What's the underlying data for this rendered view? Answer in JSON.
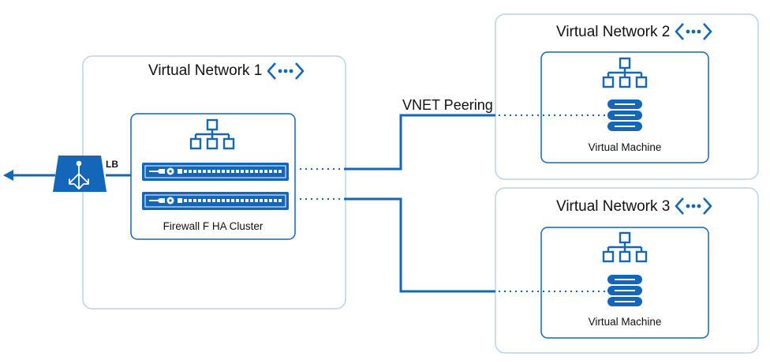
{
  "colors": {
    "accent": "#1466b8",
    "box_border": "#b9d3e8",
    "text": "#111111"
  },
  "vnet1": {
    "title": "Virtual Network 1",
    "icon": "vnet-chevron-dots-icon"
  },
  "vnet2": {
    "title": "Virtual Network 2",
    "icon": "vnet-chevron-dots-icon"
  },
  "vnet3": {
    "title": "Virtual Network 3",
    "icon": "vnet-chevron-dots-icon"
  },
  "firewall": {
    "label": "Firewall F HA Cluster",
    "icon": "network-hierarchy-icon",
    "appliance_icon": "firewall-appliance-icon"
  },
  "vm2": {
    "label": "Virtual Machine",
    "icon": "server-stack-icon"
  },
  "vm3": {
    "label": "Virtual Machine",
    "icon": "server-stack-icon"
  },
  "lb": {
    "label": "LB",
    "icon": "load-balancer-icon"
  },
  "peering": {
    "label": "VNET Peering"
  }
}
